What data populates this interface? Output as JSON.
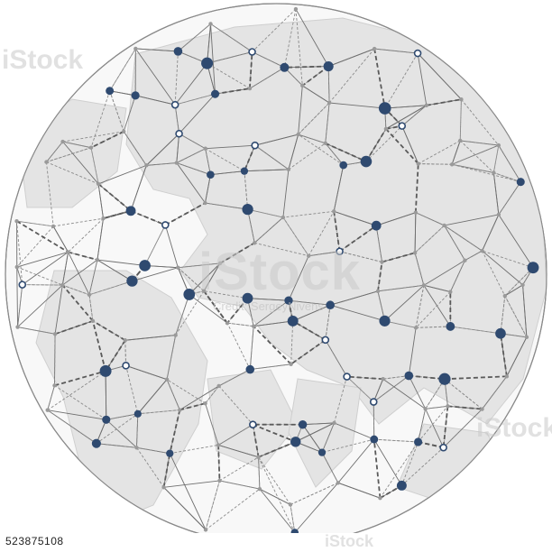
{
  "image": {
    "subject": "network-globe",
    "colors": {
      "background": "#ffffff",
      "land": "#e6e6e6",
      "ocean": "#f7f7f7",
      "line": "#6a6a6a",
      "dash": "#8c8c8c",
      "node_dark": "#2f4a70",
      "node_light": "#ffffff",
      "node_gray": "#9a9a9a"
    }
  },
  "watermark": {
    "main": "iStock",
    "side": "iStock",
    "credit": "Credit: SergeyNivens"
  },
  "footer": {
    "image_id": "523875108",
    "brand": "iStock"
  }
}
